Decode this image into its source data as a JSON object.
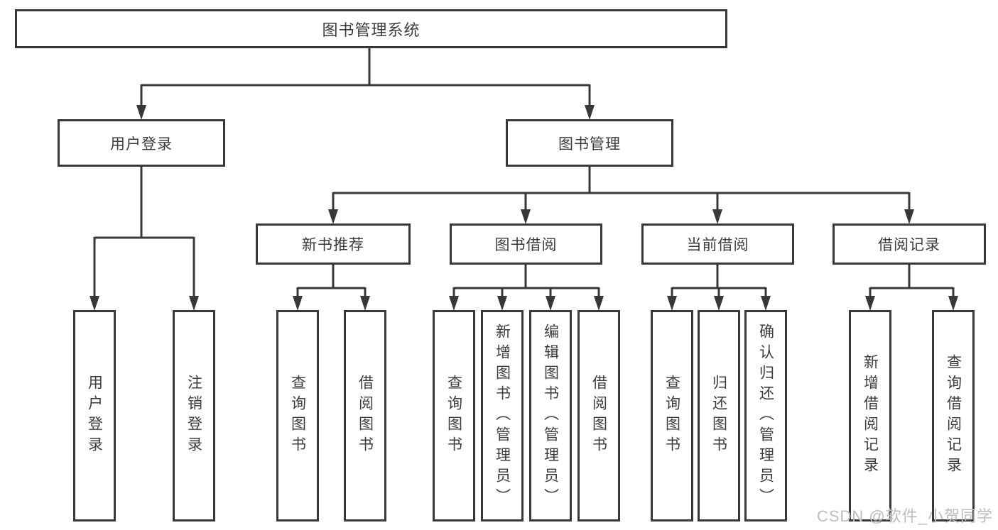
{
  "diagram": {
    "root": {
      "label": "图书管理系统"
    },
    "level2": [
      {
        "id": "user-login",
        "label": "用户登录",
        "parent": "图书管理系统"
      },
      {
        "id": "book-management",
        "label": "图书管理",
        "parent": "图书管理系统"
      }
    ],
    "level3": [
      {
        "id": "new-book-recommend",
        "label": "新书推荐",
        "parent": "图书管理"
      },
      {
        "id": "book-borrow",
        "label": "图书借阅",
        "parent": "图书管理"
      },
      {
        "id": "current-borrow",
        "label": "当前借阅",
        "parent": "图书管理"
      },
      {
        "id": "borrow-records",
        "label": "借阅记录",
        "parent": "图书管理"
      }
    ],
    "leaves": [
      {
        "label": "用户登录",
        "parent": "用户登录"
      },
      {
        "label": "注销登录",
        "parent": "用户登录"
      },
      {
        "label": "查询图书",
        "parent": "新书推荐"
      },
      {
        "label": "借阅图书",
        "parent": "新书推荐"
      },
      {
        "label": "查询图书",
        "parent": "图书借阅"
      },
      {
        "label": "新增图书（管理员）",
        "parent": "图书借阅"
      },
      {
        "label": "编辑图书（管理员）",
        "parent": "图书借阅"
      },
      {
        "label": "借阅图书",
        "parent": "图书借阅"
      },
      {
        "label": "查询图书",
        "parent": "当前借阅"
      },
      {
        "label": "归还图书",
        "parent": "当前借阅"
      },
      {
        "label": "确认归还（管理员）",
        "parent": "当前借阅"
      },
      {
        "label": "新增借阅记录",
        "parent": "借阅记录"
      },
      {
        "label": "查询借阅记录",
        "parent": "借阅记录"
      }
    ]
  },
  "watermark": {
    "text": "CSDN @软件_小贺同学"
  },
  "colors": {
    "line": "#383838",
    "box_border": "#383838",
    "text": "#3c3c3c",
    "watermark": "#bdbdbd",
    "background": "#ffffff"
  }
}
